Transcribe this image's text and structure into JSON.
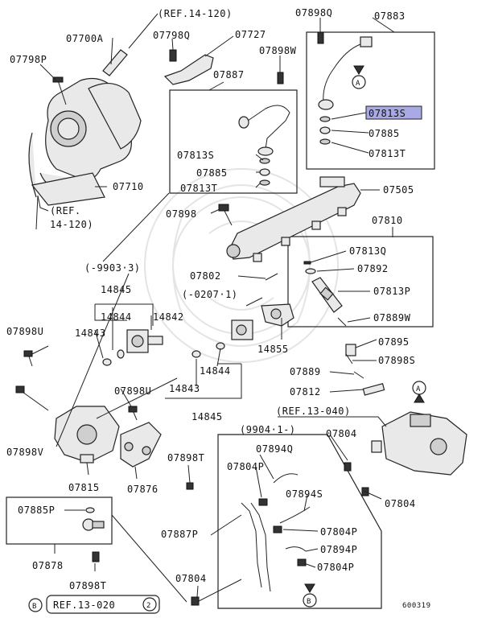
{
  "labels": {
    "p07700a": "07700A",
    "p07798p": "07798P",
    "ref14120a": "(REF.14-120)",
    "p07798q": "07798Q",
    "p07727": "07727",
    "p07898w": "07898W",
    "p07898q": "07898Q",
    "p07883": "07883",
    "p07887": "07887",
    "p07813s_a": "07813S",
    "p07885_a": "07885",
    "p07813t_a": "07813T",
    "p07813s_b": "07813S",
    "p07885_b": "07885",
    "p07813t_b": "07813T",
    "p07710": "07710",
    "ref14120b_1": "(REF.",
    "ref14120b_2": "14-120)",
    "p07505": "07505",
    "p07898": "07898",
    "p07810": "07810",
    "p07813q": "07813Q",
    "p07892": "07892",
    "p07813p": "07813P",
    "p07889w": "07889W",
    "range9903": "(-9903·3)",
    "range0207": "(-0207·1)",
    "p07802": "07802",
    "p14845_a": "14845",
    "p14844_a": "14844",
    "p14842": "14842",
    "p14843_a": "14843",
    "p14855": "14855",
    "p07898u_a": "07898U",
    "p14844_b": "14844",
    "p14843_b": "14843",
    "p14845_b": "14845",
    "p07898u_b": "07898U",
    "p07895": "07895",
    "p07898s": "07898S",
    "p07889": "07889",
    "p07812": "07812",
    "ref13040": "(REF.13-040)",
    "range9904": "(9904·1-)",
    "p07804_a": "07804",
    "p07898v": "07898V",
    "p07815": "07815",
    "p07876": "07876",
    "p07898t_a": "07898T",
    "p07894q": "07894Q",
    "p07804p_a": "07804P",
    "p07894s": "07894S",
    "p07804_b": "07804",
    "p07885p": "07885P",
    "p07887p": "07887P",
    "p07804p_b": "07804P",
    "p07894p": "07894P",
    "p07804p_c": "07804P",
    "p07878": "07878",
    "p07898t_b": "07898T",
    "p07804_c": "07804",
    "ref13020": "REF.13-020",
    "circB": "B",
    "circ2": "2",
    "markerA1": "A",
    "markerA2": "A",
    "markerB": "B",
    "diagramId": "600319"
  },
  "highlight": {
    "part": "07813S",
    "color": "#a9a9e6"
  }
}
